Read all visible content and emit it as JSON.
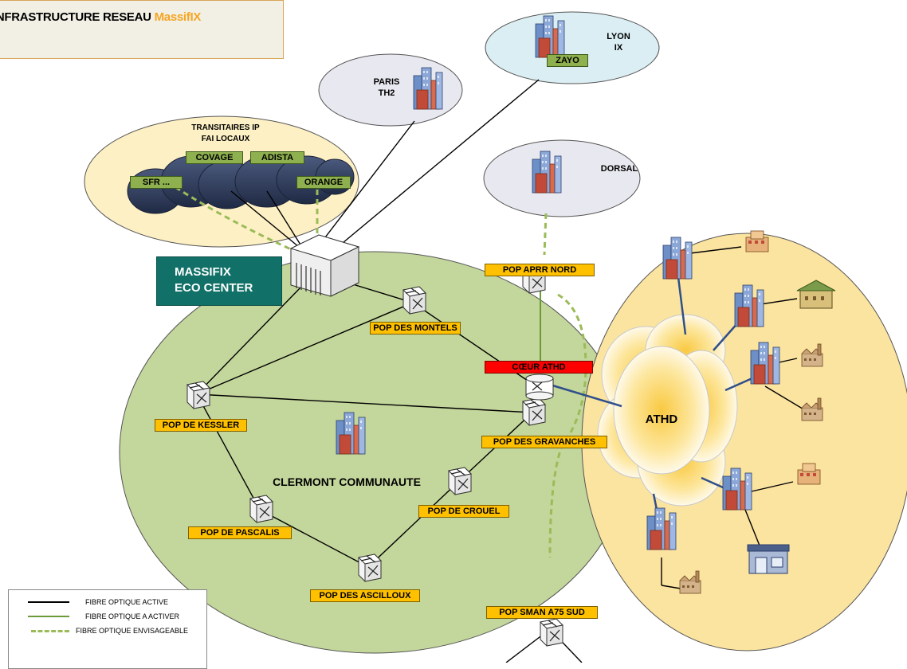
{
  "title": {
    "prefix": "INFRASTRUCTURE RESEAU",
    "accent": "MassifIX"
  },
  "eco_center": {
    "line1": "MASSIFIX",
    "line2": "ECO CENTER"
  },
  "transit": {
    "line1": "TRANSITAIRES IP",
    "line2": "FAI LOCAUX",
    "operators": [
      "COVAGE",
      "ADISTA",
      "SFR ...",
      "ORANGE"
    ]
  },
  "datacenters": {
    "paris": [
      "PARIS",
      "TH2"
    ],
    "lyon": [
      "LYON",
      "IX"
    ],
    "lyon_operator": "ZAYO",
    "dorsal": "DORSAL"
  },
  "pops": {
    "aprr_nord": "POP APRR NORD",
    "montels": "POP DES MONTELS",
    "coeur": "CŒUR ATHD",
    "kessler": "POP DE KESSLER",
    "gravanches": "POP DES GRAVANCHES",
    "crouel": "POP DE CROUEL",
    "pascalis": "POP DE PASCALIS",
    "ascilloux": "POP DES ASCILLOUX",
    "sman": "POP SMAN A75 SUD"
  },
  "regions": {
    "clermont": "CLERMONT COMMUNAUTE",
    "athd": "ATHD"
  },
  "legend": [
    {
      "label": "FIBRE OPTIQUE ACTIVE",
      "style": "solid",
      "color": "#000000"
    },
    {
      "label": "FIBRE OPTIQUE A ACTIVER",
      "style": "solid",
      "color": "#6a9a3a"
    },
    {
      "label": "FIBRE OPTIQUE ENVISAGEABLE",
      "style": "dashed",
      "color": "#9bbb59"
    }
  ],
  "colors": {
    "pop_label": "#ffc000",
    "operator_label": "#8fb04f",
    "eco_center": "#117168",
    "core": "#ff0000",
    "clermont_zone": "#c3d69b",
    "athd_zone": "#fbe3a0",
    "transit_zone": "#fdf0c4",
    "lyon_zone": "#dbeef3",
    "paris_zone": "#e8e8f0"
  }
}
